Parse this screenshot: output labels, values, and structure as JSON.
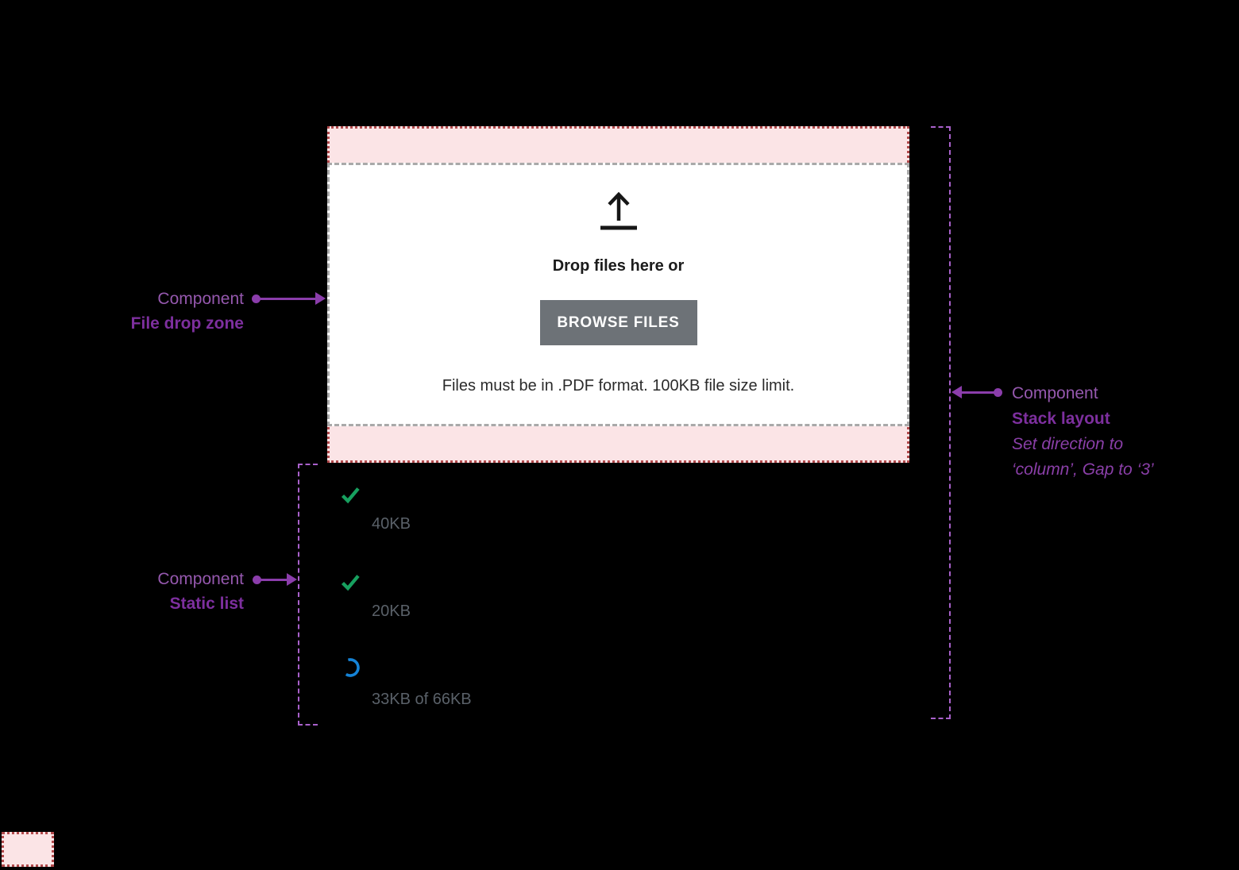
{
  "colors": {
    "background": "#000000",
    "pink_fill": "#fbe4e6",
    "red_dotted_border": "#b1494b",
    "gray_dashed_border": "#a9a9a9",
    "button_gray": "#6d7277",
    "annotation_purple": "#9558ae",
    "annotation_purple_bold": "#7d2f9e",
    "purple_dashed_outline": "#a961cb",
    "check_green": "#17a05f",
    "spinner_blue": "#1583d6",
    "list_text_gray": "#5a6169"
  },
  "dropzone": {
    "heading": "Drop files here or",
    "button_label": "BROWSE FILES",
    "caption": "Files must be in .PDF format. 100KB file size limit."
  },
  "upload_list": {
    "items": [
      {
        "state": "complete",
        "icon": "check",
        "label": "40KB"
      },
      {
        "state": "complete",
        "icon": "check",
        "label": "20KB"
      },
      {
        "state": "in-progress",
        "icon": "spinner",
        "label": "33KB of 66KB"
      }
    ]
  },
  "annotations": {
    "file_drop_zone": {
      "eyebrow": "Component",
      "title": "File drop zone"
    },
    "static_list": {
      "eyebrow": "Component",
      "title": "Static list"
    },
    "stack_layout": {
      "eyebrow": "Component",
      "title": "Stack layout",
      "note_line1": "Set direction to",
      "note_line2": "‘column’, Gap to ‘3’"
    }
  }
}
